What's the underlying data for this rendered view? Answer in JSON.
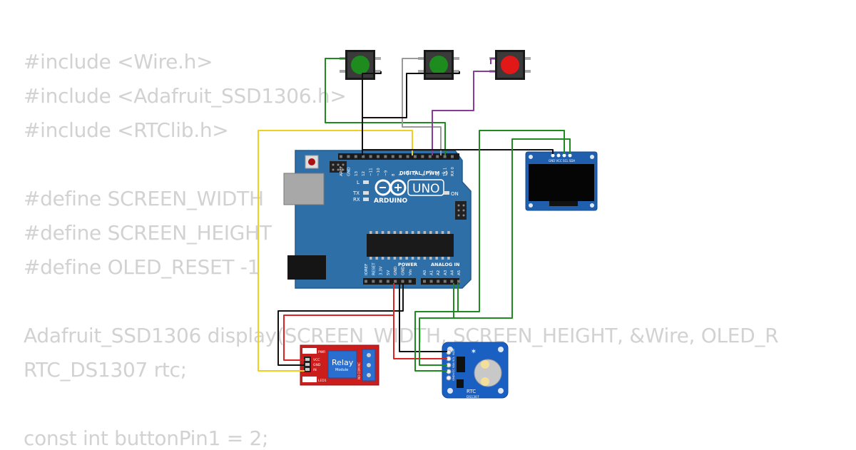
{
  "code_lines": [
    "#include <Wire.h>",
    "#include <Adafruit_SSD1306.h>",
    "#include <RTClib.h>",
    "",
    "#define SCREEN_WIDTH",
    "#define SCREEN_HEIGHT",
    "#define OLED_RESET -1",
    "",
    "Adafruit_SSD1306 display(SCREEN_WIDTH, SCREEN_HEIGHT, &Wire, OLED_R",
    "RTC_DS1307 rtc;",
    "",
    "const int buttonPin1 = 2;"
  ],
  "buttons": [
    {
      "color": "#1e8b1e"
    },
    {
      "color": "#1e8b1e"
    },
    {
      "color": "#e01818"
    }
  ],
  "arduino": {
    "logo": "UNO",
    "brand": "ARDUINO",
    "digital_label": "DIGITAL (PWM ~)",
    "power_label": "POWER",
    "analog_label": "ANALOG IN",
    "on_label": "ON",
    "l_label": "L",
    "tx_label": "TX",
    "rx_label": "RX",
    "digital_pins": [
      "AREF",
      "GND",
      "13",
      "12",
      "~11",
      "~10",
      "~9",
      "8",
      "7",
      "~6",
      "~5",
      "4",
      "~3",
      "2",
      "TX 1",
      "RX 0"
    ],
    "power_pins": [
      "IOREF",
      "RESET",
      "3.3V",
      "5V",
      "GND",
      "GND",
      "Vin"
    ],
    "analog_pins": [
      "A0",
      "A1",
      "A2",
      "A3",
      "A4",
      "A5"
    ]
  },
  "oled": {
    "pins": "GND VCC SCL SDA"
  },
  "relay": {
    "title": "Relay",
    "subtitle": "Module",
    "pin_labels": [
      "PWR",
      "VCC",
      "GND",
      "IN",
      "LED1"
    ],
    "terminal_labels": "NO COM NC"
  },
  "rtc": {
    "title": "RTC",
    "subtitle": "DS1307",
    "pins": [
      "SQW",
      "SCL",
      "SDA",
      "VCC",
      "GND"
    ]
  },
  "wire_colors": {
    "green": "#1f8a1f",
    "black": "#111111",
    "red": "#dd2222",
    "yellow": "#f2cf1f",
    "purple": "#8a3a9a",
    "gray": "#9a9a9a"
  }
}
